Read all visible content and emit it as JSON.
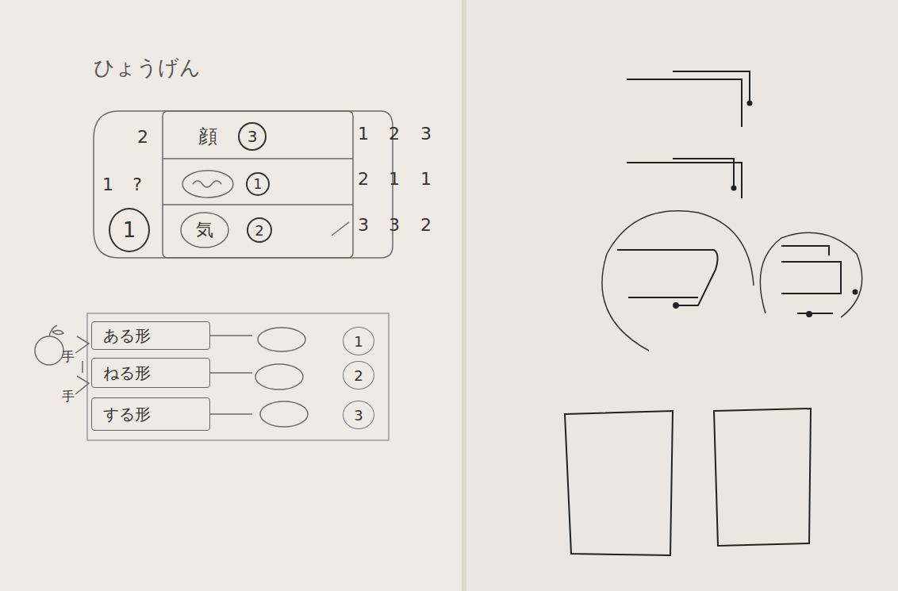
{
  "diagram": {
    "title": "ひょうげん",
    "nodes": [
      {
        "text": [
          "3"
        ]
      },
      {
        "text": [
          "1"
        ]
      },
      {
        "text": [
          "2"
        ]
      },
      {
        "text": [
          "1"
        ]
      },
      {
        "text": [
          "ある形"
        ]
      },
      {
        "text": [
          "ねる形"
        ]
      },
      {
        "text": [
          "する形"
        ]
      },
      {
        "text": [
          "1"
        ]
      },
      {
        "text": [
          "2"
        ]
      },
      {
        "text": [
          "3"
        ]
      }
    ],
    "labels": [
      "2",
      "1",
      "?",
      "顔",
      "気",
      "1",
      "2",
      "3",
      "2",
      "1",
      "1",
      "3",
      "3",
      "2",
      "手",
      "手"
    ]
  }
}
